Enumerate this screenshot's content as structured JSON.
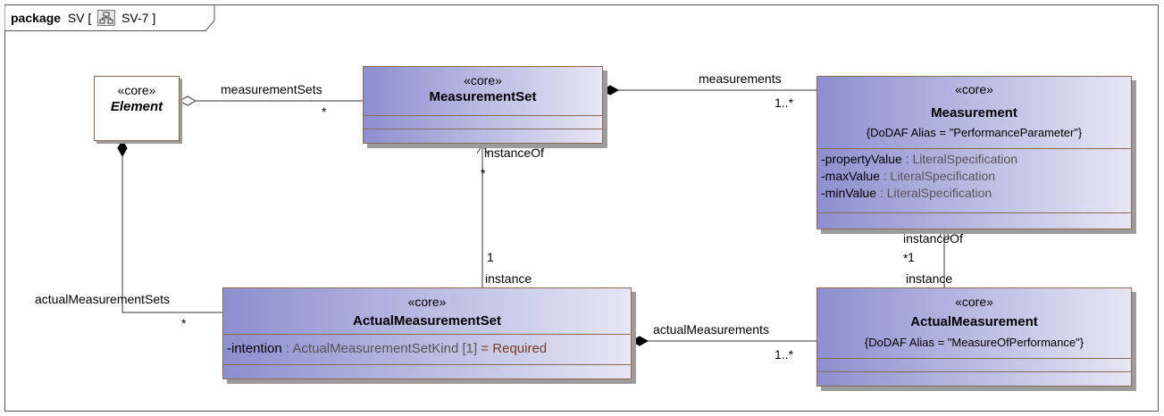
{
  "package": {
    "keyword": "package",
    "name": "SV",
    "open_bracket": "[",
    "diagram_name": "SV-7",
    "close_bracket": "]",
    "icon": "diagram-icon"
  },
  "classes": {
    "element": {
      "stereotype": "«core»",
      "name": "Element"
    },
    "measurement_set": {
      "stereotype": "«core»",
      "name": "MeasurementSet"
    },
    "measurement": {
      "stereotype": "«core»",
      "name": "Measurement",
      "tagged_value": "{DoDAF Alias = \"PerformanceParameter\"}",
      "attributes": [
        {
          "vis": "-",
          "name": "propertyValue",
          "type": " : LiteralSpecification"
        },
        {
          "vis": "-",
          "name": "maxValue",
          "type": " : LiteralSpecification"
        },
        {
          "vis": "-",
          "name": "minValue",
          "type": " : LiteralSpecification"
        }
      ]
    },
    "actual_measurement_set": {
      "stereotype": "«core»",
      "name": "ActualMeasurementSet",
      "attributes": [
        {
          "vis": "-",
          "name": "intention",
          "type": " : ActualMeasurementSetKind [1]",
          "default": " = Required"
        }
      ]
    },
    "actual_measurement": {
      "stereotype": "«core»",
      "name": "ActualMeasurement",
      "tagged_value": "{DoDAF Alias = \"MeasureOfPerformance\"}"
    }
  },
  "edge_labels": {
    "measurement_sets_role": "measurementSets",
    "measurement_sets_mult": "*",
    "measurements_role": "measurements",
    "measurements_mult": "1..*",
    "ms_instance_of": "instanceOf",
    "ms_instance_of_mult": "*",
    "ams_instance_mult": "1",
    "ams_instance": "instance",
    "actual_measurement_sets_role": "actualMeasurementSets",
    "actual_measurement_sets_mult": "*",
    "actual_measurements_role": "actualMeasurements",
    "actual_measurements_mult": "1..*",
    "m_instance_of": "instanceOf",
    "m_mult_star": "*",
    "m_mult_one": "1",
    "am_instance": "instance"
  },
  "colors": {
    "class_gradient_left": "#8d8fcf",
    "class_gradient_right": "#e6e6f4",
    "class_border": "#8a6a55",
    "shadow": "#9c9c9c",
    "default_value": "#7a3b2a"
  }
}
